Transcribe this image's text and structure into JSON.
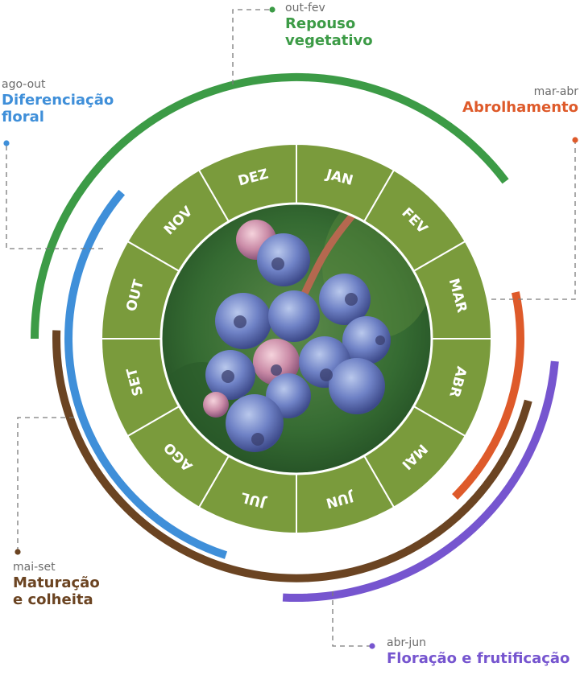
{
  "months": [
    "JAN",
    "FEV",
    "MAR",
    "ABR",
    "MAI",
    "JUN",
    "JUL",
    "AGO",
    "SET",
    "OUT",
    "NOV",
    "DEZ"
  ],
  "colors": {
    "ring_fill": "#7a9b3c",
    "ring_stroke": "#ffffff",
    "month_text": "#ffffff"
  },
  "photo": {
    "subject": "blueberry-cluster"
  },
  "phases": [
    {
      "id": "repouso",
      "range": "out-fev",
      "name_lines": [
        "Repouso",
        "vegetativo"
      ],
      "color": "#3c9b46"
    },
    {
      "id": "abrolhamento",
      "range": "mar-abr",
      "name_lines": [
        "Abrolhamento"
      ],
      "color": "#de5a2a"
    },
    {
      "id": "floracao",
      "range": "abr-jun",
      "name_lines": [
        "Floração e frutificação"
      ],
      "color": "#7655cf"
    },
    {
      "id": "maturacao",
      "range": "mai-set",
      "name_lines": [
        "Maturação",
        "e colheita"
      ],
      "color": "#6b4422"
    },
    {
      "id": "diferenciacao",
      "range": "ago-out",
      "name_lines": [
        "Diferenciação",
        "floral"
      ],
      "color": "#3f8fd9"
    }
  ]
}
